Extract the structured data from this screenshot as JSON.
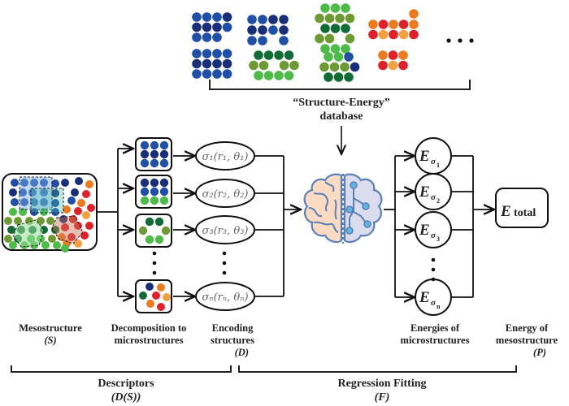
{
  "database": {
    "title_line1": "“Structure-Energy”",
    "title_line2": "database",
    "ellipsis": "• • •"
  },
  "encodings": [
    {
      "sigma": "σ",
      "index": "1",
      "text": "σ₁(r₁, θ₁)"
    },
    {
      "sigma": "σ",
      "index": "2",
      "text": "σ₂(r₂, θ₂)"
    },
    {
      "sigma": "σ",
      "index": "3",
      "text": "σ₃(r₃, θ₃)"
    },
    {
      "sigma": "σ",
      "index": "n",
      "text": "σₙ(rₙ, θₙ)"
    }
  ],
  "energies": [
    {
      "symbol": "E",
      "sub": "σ",
      "subsub": "1"
    },
    {
      "symbol": "E",
      "sub": "σ",
      "subsub": "2"
    },
    {
      "symbol": "E",
      "sub": "σ",
      "subsub": "3"
    },
    {
      "symbol": "E",
      "sub": "σ",
      "subsub": "n"
    }
  ],
  "total": {
    "symbol": "E",
    "sub": "total"
  },
  "labels": {
    "mesostructure": "Mesostructure",
    "mesostructure_var": "(S)",
    "decomposition_line1": "Decomposition to",
    "decomposition_line2": "microstructures",
    "encoding_line1": "Encoding",
    "encoding_line2": "structures",
    "encoding_var": "(D)",
    "energies_micro_line1": "Energies of",
    "energies_micro_line2": "microstructures",
    "energy_meso_line1": "Energy of",
    "energy_meso_line2": "mesostructure",
    "energy_meso_var": "(P)"
  },
  "groups": {
    "descriptors": "Descriptors",
    "descriptors_var": "(D(S))",
    "regression": "Regression Fitting",
    "regression_var": "(F)"
  },
  "colors": {
    "blue": "#1f4fa8",
    "navy": "#1a2f7a",
    "green_light": "#4cbb47",
    "green_olive": "#6e9a34",
    "green_dark": "#116b35",
    "orange": "#ee7a1e",
    "red": "#e2202a",
    "orange_light": "#f3a23b",
    "brain_left": "#fbdcc2",
    "brain_right": "#dcdcef",
    "brain_stroke": "#5a80b8",
    "circuit_node": "#5fb5e0"
  }
}
